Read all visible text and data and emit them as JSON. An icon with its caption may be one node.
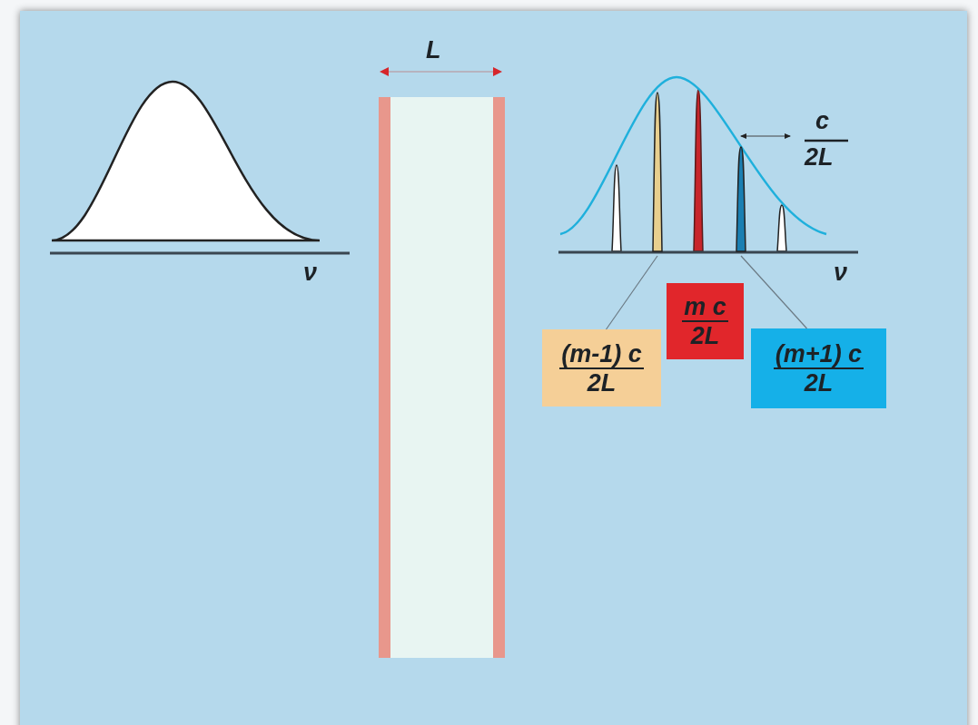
{
  "diagram": {
    "nodes": [
      {
        "text": [],
        "shape": "peak"
      },
      {
        "text": [],
        "shape": "peak"
      },
      {
        "text": [
          "(m-1) c",
          "2L"
        ]
      },
      {
        "text": [
          "m c",
          "2L"
        ]
      },
      {
        "text": [
          "(m+1) c",
          "2L"
        ]
      }
    ],
    "edges": [
      {
        "from": 2,
        "to": 0,
        "arrow": "none"
      },
      {
        "from": 4,
        "to": 1,
        "arrow": "none"
      }
    ],
    "labels": [
      "L",
      "c",
      "2L",
      "ν",
      "ν"
    ]
  }
}
